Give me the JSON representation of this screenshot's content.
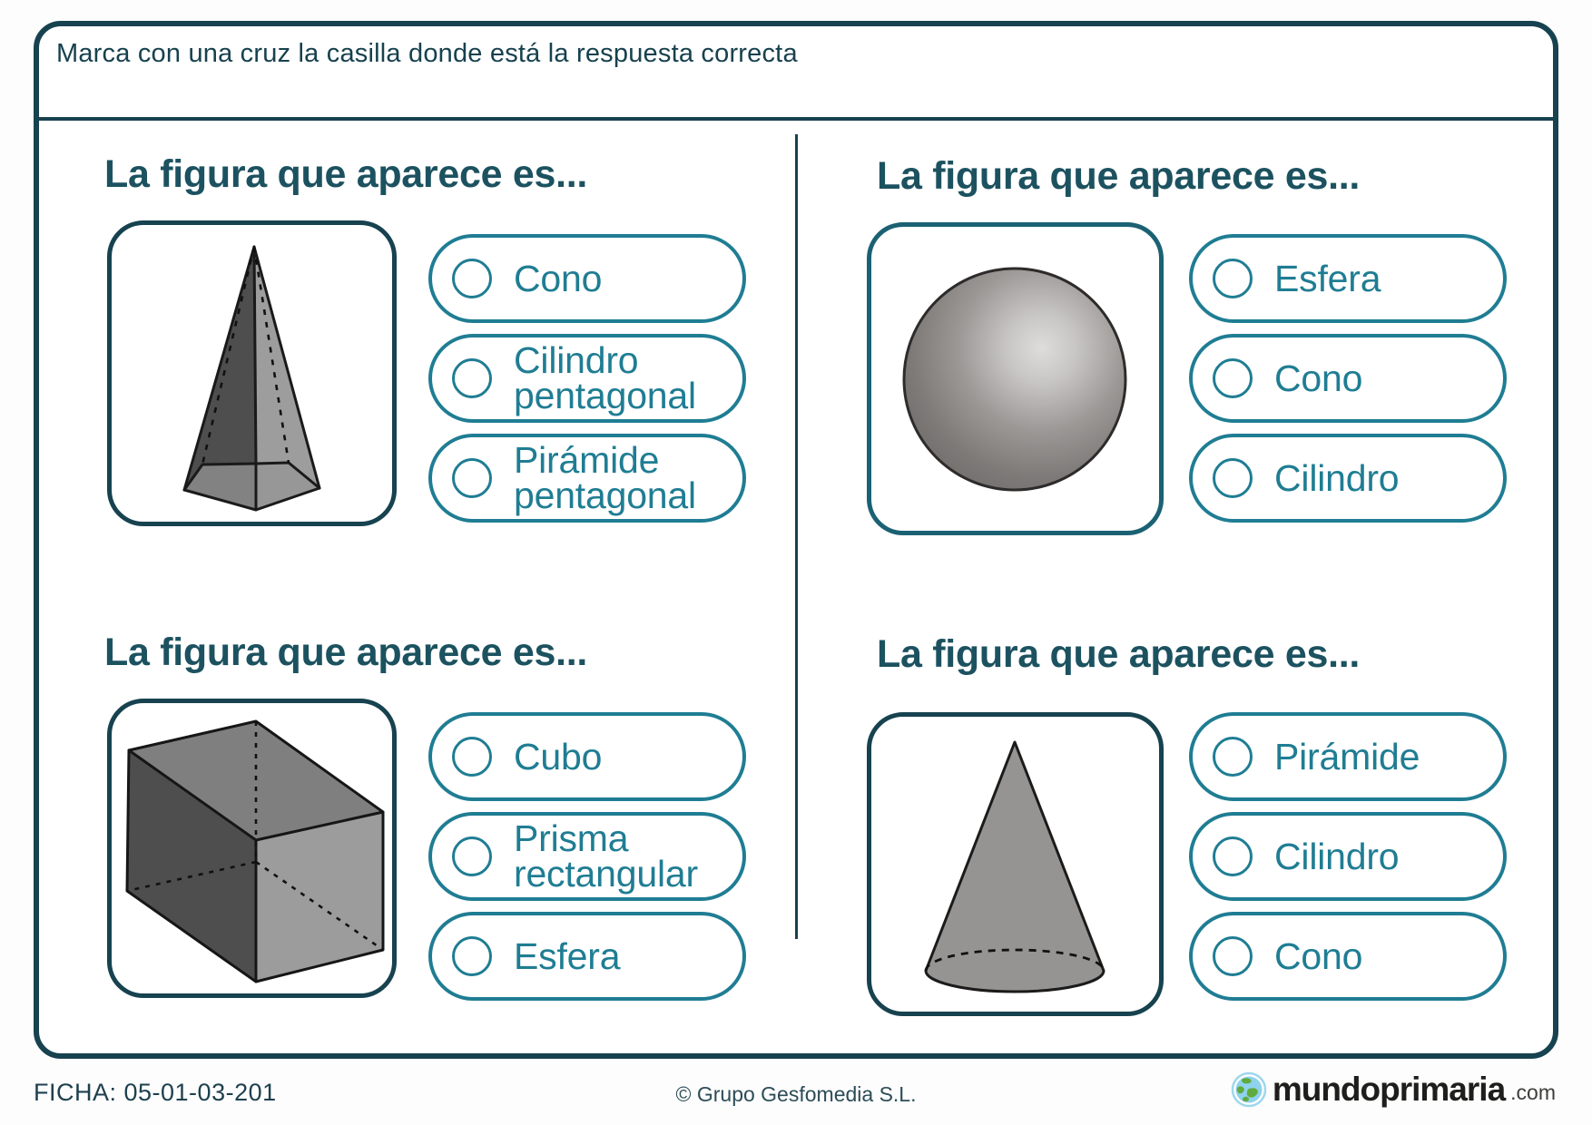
{
  "instruction": "Marca con una cruz la casilla donde está la respuesta correcta",
  "quadrants": [
    {
      "title": "La figura que aparece es...",
      "shape": "pentagonal-pyramid",
      "options": [
        "Cono",
        "Cilindro pentagonal",
        "Pirámide pentagonal"
      ]
    },
    {
      "title": "La figura que aparece es...",
      "shape": "sphere",
      "options": [
        "Esfera",
        "Cono",
        "Cilindro"
      ]
    },
    {
      "title": "La figura que aparece es...",
      "shape": "rectangular-prism",
      "options": [
        "Cubo",
        "Prisma rectangular",
        "Esfera"
      ]
    },
    {
      "title": "La figura que aparece es...",
      "shape": "cone",
      "options": [
        "Pirámide",
        "Cilindro",
        "Cono"
      ]
    }
  ],
  "footer": {
    "ficha": "FICHA: 05-01-03-201",
    "copyright": "© Grupo Gesfomedia S.L.",
    "brand": "mundoprimaria",
    "brand_tld": ".com"
  },
  "colors": {
    "dark_teal_border": "#17424f",
    "title_teal": "#1c5260",
    "option_teal": "#1f7d93",
    "shape_dark_gray": "#4e4e4e",
    "shape_light_gray": "#9d9d9d"
  }
}
